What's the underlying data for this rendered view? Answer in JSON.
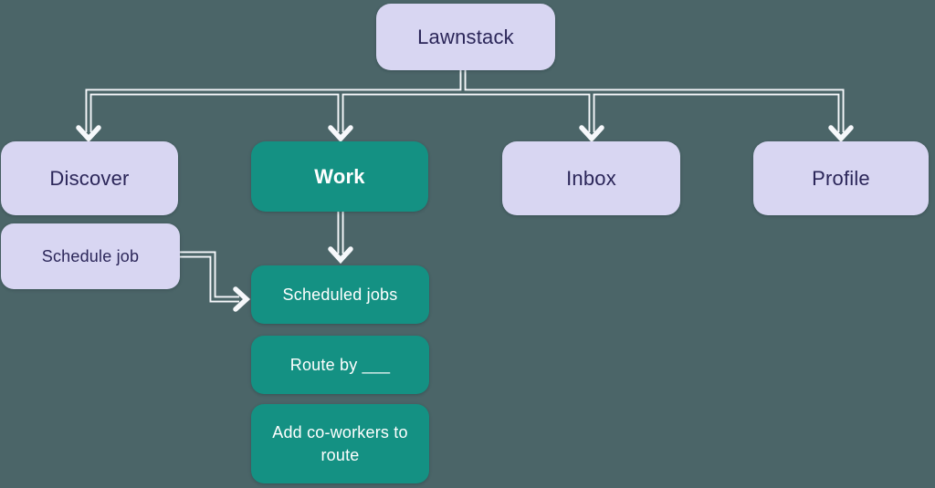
{
  "colors": {
    "background": "#4B6568",
    "node_lavender": "#D8D6F2",
    "node_teal": "#149183",
    "text_dark": "#2B2659",
    "text_light": "#FFFFFF",
    "connector": "#F6F8FB"
  },
  "diagram": {
    "nodes": {
      "lawnstack": {
        "label": "Lawnstack",
        "variant": "lavender"
      },
      "discover": {
        "label": "Discover",
        "variant": "lavender"
      },
      "work": {
        "label": "Work",
        "variant": "teal"
      },
      "inbox": {
        "label": "Inbox",
        "variant": "lavender"
      },
      "profile": {
        "label": "Profile",
        "variant": "lavender"
      },
      "schedule_job": {
        "label": "Schedule job",
        "variant": "lavender"
      },
      "scheduled_jobs": {
        "label": "Scheduled jobs",
        "variant": "teal"
      },
      "route_by": {
        "label": "Route by ___",
        "variant": "teal"
      },
      "add_coworkers": {
        "label": "Add co-workers to route",
        "variant": "teal"
      }
    },
    "edges": [
      {
        "from": "lawnstack",
        "to": "discover"
      },
      {
        "from": "lawnstack",
        "to": "work"
      },
      {
        "from": "lawnstack",
        "to": "inbox"
      },
      {
        "from": "lawnstack",
        "to": "profile"
      },
      {
        "from": "work",
        "to": "scheduled_jobs"
      },
      {
        "from": "schedule_job",
        "to": "scheduled_jobs"
      }
    ]
  }
}
